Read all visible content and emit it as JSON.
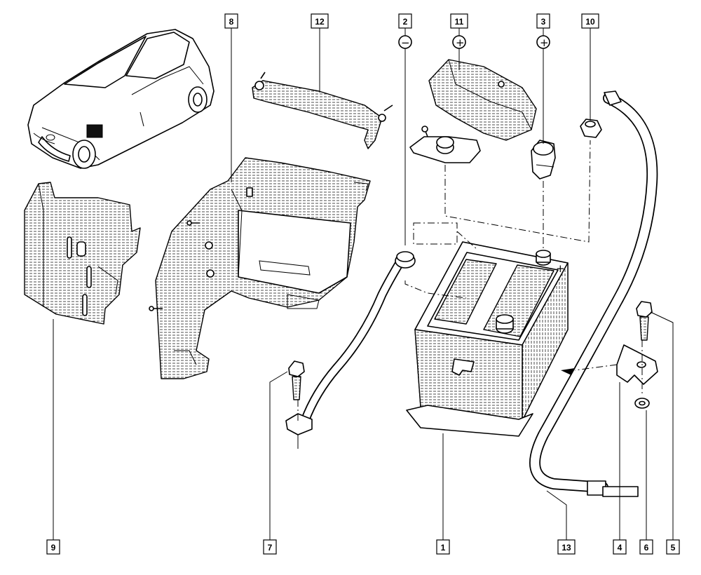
{
  "diagram": {
    "callouts": [
      {
        "id": "1",
        "label": "1"
      },
      {
        "id": "2",
        "label": "2"
      },
      {
        "id": "3",
        "label": "3"
      },
      {
        "id": "4",
        "label": "4"
      },
      {
        "id": "5",
        "label": "5"
      },
      {
        "id": "6",
        "label": "6"
      },
      {
        "id": "7",
        "label": "7"
      },
      {
        "id": "8",
        "label": "8"
      },
      {
        "id": "9",
        "label": "9"
      },
      {
        "id": "10",
        "label": "10"
      },
      {
        "id": "11",
        "label": "11"
      },
      {
        "id": "12",
        "label": "12"
      },
      {
        "id": "13",
        "label": "13"
      }
    ],
    "symbols": {
      "negative": "−",
      "positive_11": "+",
      "positive_3": "+",
      "battery_plus": "+"
    }
  }
}
